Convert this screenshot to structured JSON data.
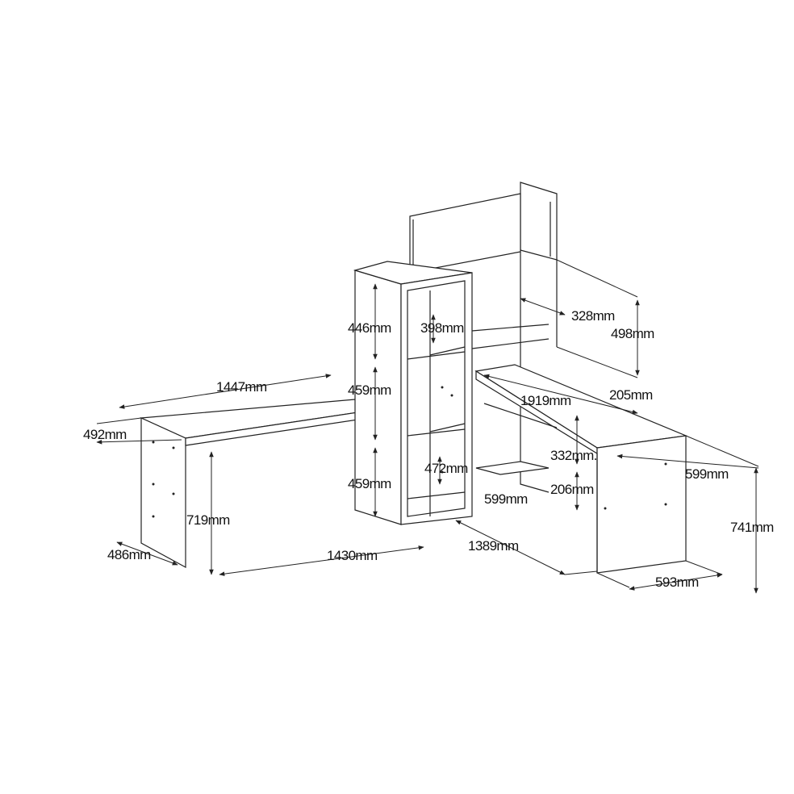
{
  "title": "Corner desk with bookshelf dimensions",
  "dimensions": {
    "left_desk_length": "1447mm",
    "left_desk_depth": "492mm",
    "left_desk_height": "719mm",
    "left_leg_depth": "486mm",
    "left_desk_bottom_length": "1430mm",
    "shelf_top_height": "446mm",
    "shelf_width": "398mm",
    "shelf_mid_height": "459mm",
    "shelf_low_height": "459mm",
    "shelf_inner": "472mm",
    "shelf_depth": "599mm",
    "right_desk_bottom_length": "1389mm",
    "right_desk_length": "1919mm",
    "hutch_shelf_depth": "205mm",
    "hutch_width": "328mm",
    "hutch_height": "498mm",
    "under_shelf_height": "332mm.",
    "under_shelf_low": "206mm",
    "right_desk_depth": "599mm",
    "total_height": "741mm",
    "right_leg_depth": "593mm"
  }
}
